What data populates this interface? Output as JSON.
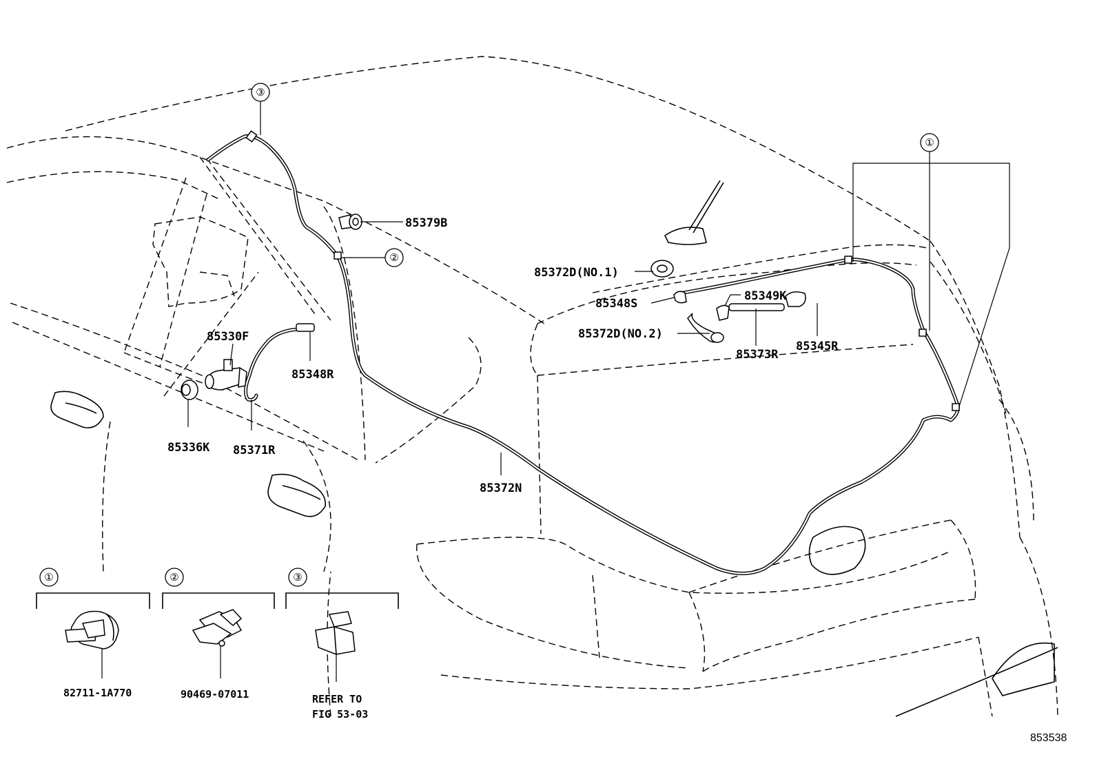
{
  "callouts": {
    "c1": "①",
    "c2": "②",
    "c3": "③"
  },
  "parts": {
    "p85379B": "85379B",
    "p85372D_no1": "85372D(NO.1)",
    "p85348S": "85348S",
    "p85349K": "85349K",
    "p85372D_no2": "85372D(NO.2)",
    "p85373R": "85373R",
    "p85345R": "85345R",
    "p85330F": "85330F",
    "p85348R": "85348R",
    "p85336K": "85336K",
    "p85371R": "85371R",
    "p85372N": "85372N"
  },
  "legend": {
    "clip1_part": "82711-1A770",
    "clip2_part": "90469-07011",
    "clip3_ref_line1": "REFER TO",
    "clip3_ref_line2": "FIG 53-03"
  },
  "figure_number": "853538"
}
